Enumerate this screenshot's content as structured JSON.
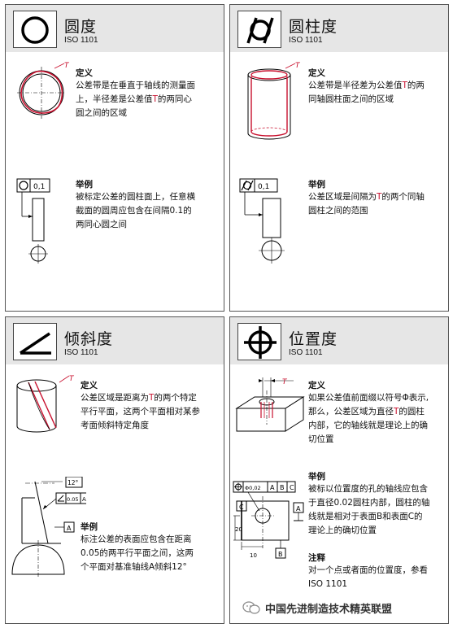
{
  "cards": [
    {
      "id": "roundness",
      "title": "圆度",
      "standard": "ISO 1101",
      "definition_heading": "定义",
      "definition_lines": [
        [
          "公差带是在垂直于轴线的测量面"
        ],
        [
          "上，半径差是公差值",
          {
            "red": "T"
          },
          "的两同心"
        ],
        [
          "圆之间的区域"
        ]
      ],
      "example_heading": "举例",
      "example_lines": [
        [
          "被标定公差的圆柱面上，任意横"
        ],
        [
          "截面的圆周应包含在间隔0.1的"
        ],
        [
          "两同心圆之间"
        ]
      ],
      "tol_value": "0,1",
      "T_label": "T"
    },
    {
      "id": "cylindricity",
      "title": "圆柱度",
      "standard": "ISO 1101",
      "definition_heading": "定义",
      "definition_lines": [
        [
          "公差带是半径差为公差值",
          {
            "red": "T"
          },
          "的两"
        ],
        [
          "同轴圆柱面之间的区域"
        ]
      ],
      "example_heading": "举例",
      "example_lines": [
        [
          "公差区域是间隔为",
          {
            "red": "T"
          },
          "的两个同轴"
        ],
        [
          "圆柱之间的范围"
        ]
      ],
      "tol_value": "0,1",
      "T_label": "T"
    },
    {
      "id": "angularity",
      "title": "倾斜度",
      "standard": "ISO 1101",
      "definition_heading": "定义",
      "definition_lines": [
        [
          "公差区域是距离为",
          {
            "red": "T"
          },
          "的两个特定"
        ],
        [
          "平行平面，这两个平面相对某参"
        ],
        [
          "考面倾斜特定角度"
        ]
      ],
      "example_heading": "举例",
      "example_lines": [
        [
          "标注公差的表面应包含在距离"
        ],
        [
          "0.05的两平行平面之间，这两"
        ],
        [
          "个平面对基准轴线A倾斜12°"
        ]
      ],
      "angle_label": "12°",
      "tol_value": "0.05",
      "datum": "A",
      "T_label": "T"
    },
    {
      "id": "position",
      "title": "位置度",
      "standard": "ISO 1101",
      "definition_heading": "定义",
      "definition_lines": [
        [
          "如果公差值前面缀以符号Φ表示,"
        ],
        [
          "那么，公差区域为直径",
          {
            "red": "T"
          },
          "的圆柱"
        ],
        [
          "内部，它的轴线就是理论上的确"
        ],
        [
          "切位置"
        ]
      ],
      "example_heading": "举例",
      "example_lines": [
        [
          "被标以位置度的孔的轴线应包含"
        ],
        [
          "于直径0.02圆柱内部，圆柱的轴"
        ],
        [
          "线就是相对于表面B和表面C的"
        ],
        [
          "理论上的确切位置"
        ]
      ],
      "note_heading": "注释",
      "note_lines": [
        [
          "对一个点或者面的位置度，参看"
        ],
        [
          "ISO 1101"
        ]
      ],
      "tol_value": "Φ0,02",
      "datum_a": "A",
      "datum_b": "B",
      "datum_c": "C",
      "dim_20": "20",
      "dim_10": "10",
      "T_label": "T"
    }
  ],
  "watermark": "中国先进制造技术精英联盟",
  "colors": {
    "accent_red": "#c8102e",
    "header_bg": "#e6e6e6",
    "border": "#555555"
  }
}
